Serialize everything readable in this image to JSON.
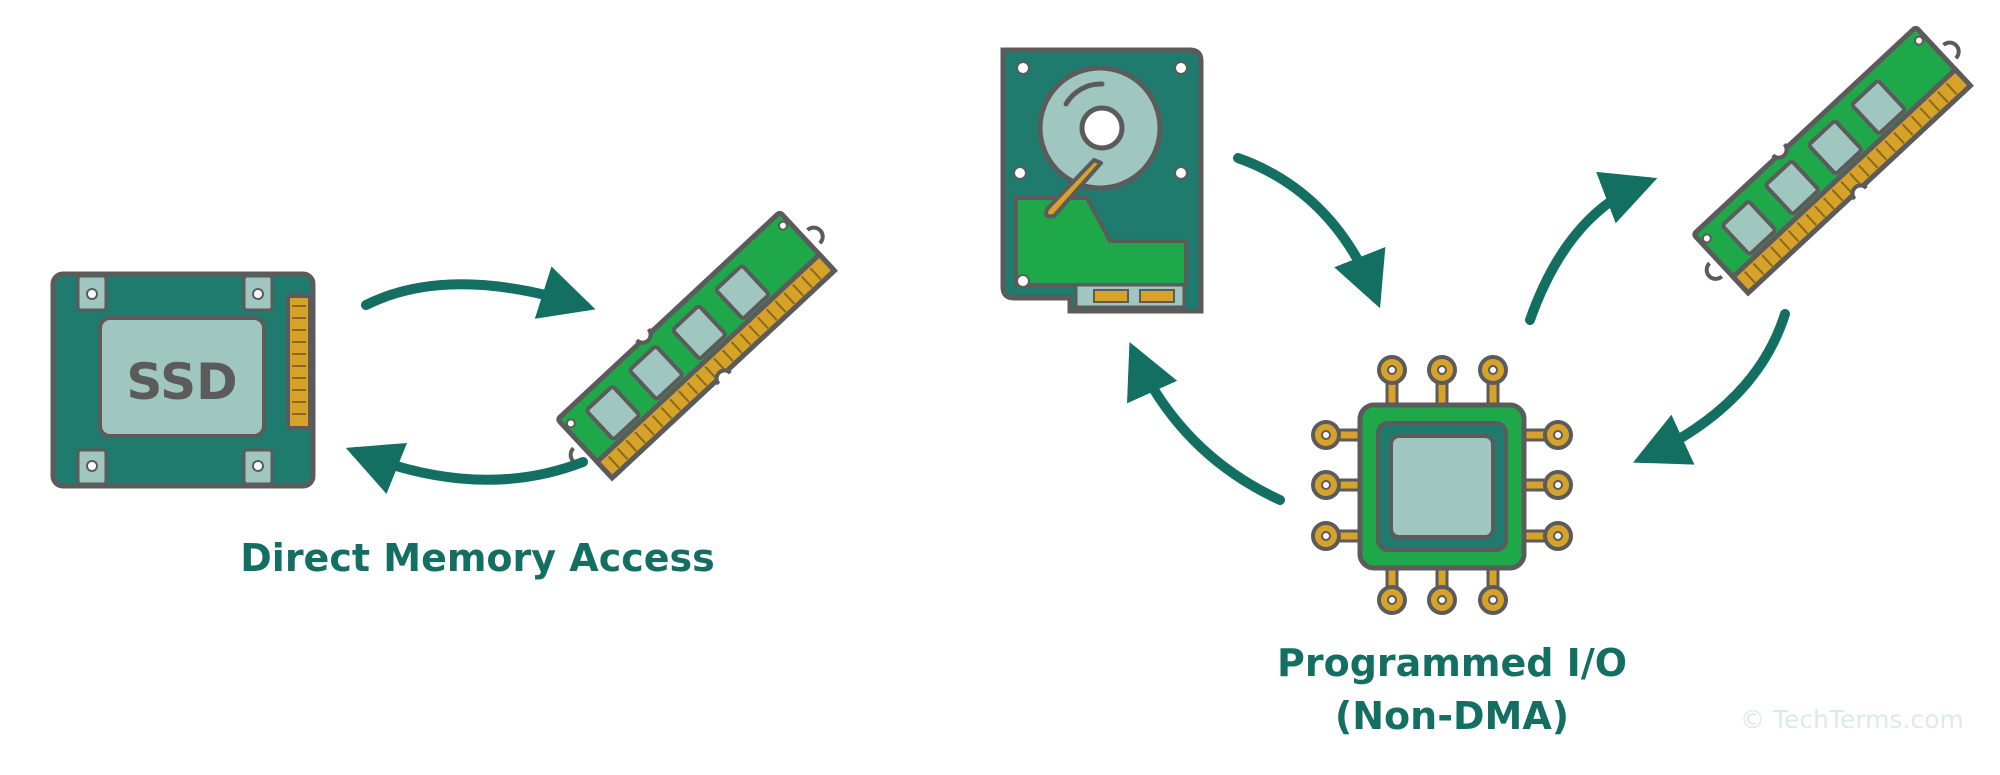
{
  "labels": {
    "ssd": "SSD",
    "dma_caption": "Direct Memory Access",
    "pio_caption_line1": "Programmed I/O",
    "pio_caption_line2": "(Non-DMA)",
    "watermark": "© TechTerms.com"
  },
  "colors": {
    "teal_dark": "#136f62",
    "teal_case": "#1e7b6e",
    "mint": "#9fc6bf",
    "pcb_green": "#1fa84a",
    "gold": "#d7a229",
    "outline": "#5b5b5b"
  }
}
